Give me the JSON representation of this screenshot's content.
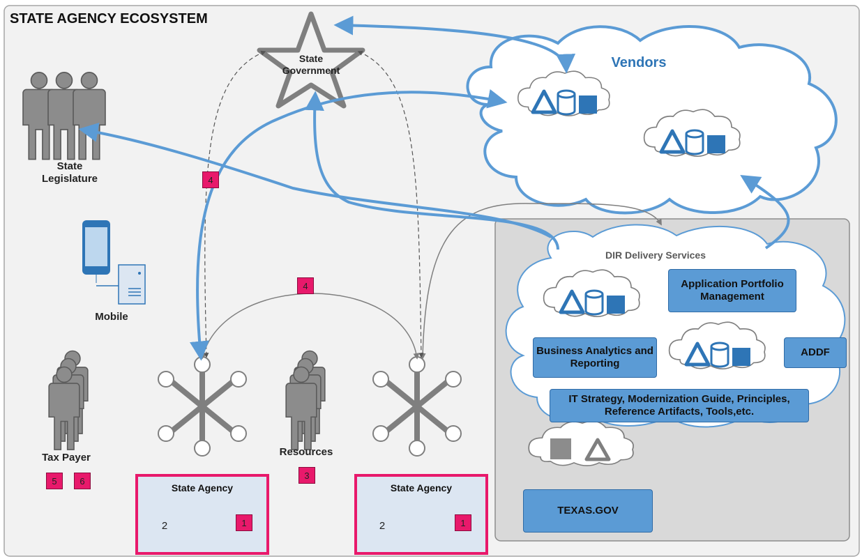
{
  "title": "STATE AGENCY ECOSYSTEM",
  "nodes": {
    "state_government": "State Government",
    "state_legislature": "State Legislature",
    "mobile": "Mobile",
    "tax_payer": "Tax Payer",
    "resources": "Resources",
    "vendors": "Vendors",
    "dir_delivery_services": "DIR Delivery Services"
  },
  "services": {
    "application_portfolio": "Application Portfolio Management",
    "business_analytics": "Business Analytics and Reporting",
    "addf": "ADDF",
    "it_strategy": "IT Strategy, Modernization Guide, Principles, Reference Artifacts, Tools,etc.",
    "texas_gov": "TEXAS.GOV"
  },
  "agencies": [
    {
      "title": "State Agency",
      "triangle_badge": "2",
      "badge": "1"
    },
    {
      "title": "State Agency",
      "triangle_badge": "2",
      "badge": "1"
    }
  ],
  "badges": {
    "legislature_flow": "4",
    "agency_link": "4",
    "resources": "3",
    "tax_payer_a": "5",
    "tax_payer_b": "6"
  },
  "colors": {
    "accent_blue": "#5b9bd5",
    "dark_blue": "#2e75b6",
    "badge_pink": "#e8196b",
    "gray_icon": "#8c8c8c",
    "panel_gray": "#d9d9d9",
    "background": "#f2f2f2"
  }
}
